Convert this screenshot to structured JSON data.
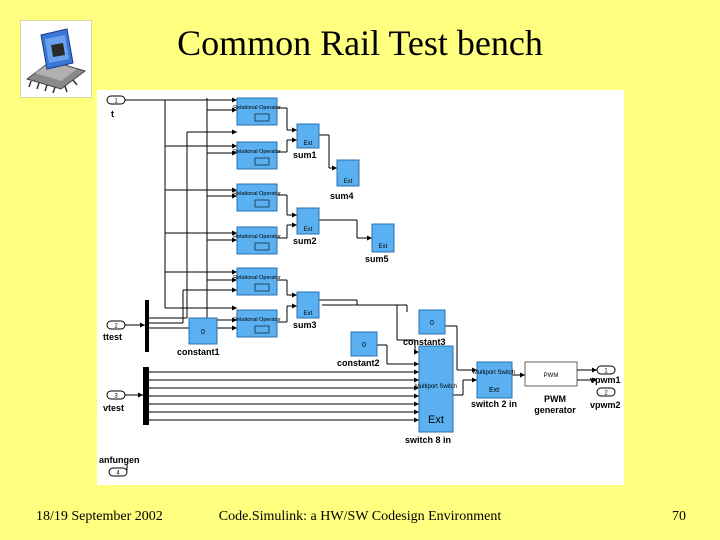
{
  "slide": {
    "title": "Common Rail Test bench",
    "footer_left": "18/19 September 2002",
    "footer_center": "Code.Simulink: a HW/SW Codesign Environment",
    "footer_right": "70"
  },
  "diagram": {
    "inports": [
      {
        "num": "1",
        "label": "t"
      },
      {
        "num": "2",
        "label": "ttest"
      },
      {
        "num": "3",
        "label": "vtest"
      },
      {
        "num": "4",
        "label": "anfungen"
      }
    ],
    "relational_operator_label": "Relational Operator",
    "sum_labels": [
      "sum1",
      "sum4",
      "sum2",
      "sum5",
      "sum3"
    ],
    "ext_label": "Ext",
    "constants": [
      {
        "label": "constant1",
        "value": "0"
      },
      {
        "label": "constant2",
        "value": "0"
      },
      {
        "label": "constant3",
        "value": "0"
      }
    ],
    "switch8": {
      "block_text": "Multiport Switch",
      "label": "switch 8 in"
    },
    "switch2": {
      "block_text": "Multiport Switch",
      "label": "switch 2 in"
    },
    "pwm": {
      "block_text": "PWM",
      "label_line1": "PWM",
      "label_line2": "generator"
    },
    "outports": [
      {
        "num": "1",
        "label": "vpwm1"
      },
      {
        "num": "2",
        "label": "vpwm2"
      }
    ],
    "colors": {
      "block_fill": "#5ab0f0",
      "line": "#000000"
    }
  }
}
